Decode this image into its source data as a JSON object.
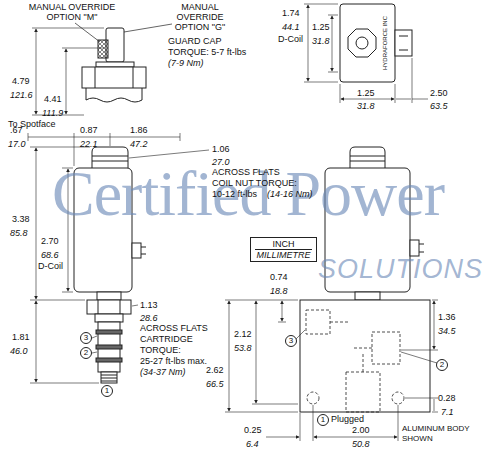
{
  "diagram": {
    "nodes": [
      {
        "text": [
          "INCH",
          "MILLIMETRE"
        ]
      }
    ],
    "labels": [
      "MANUAL OVERRIDE OPTION \"M\"",
      "MANUAL OVERRIDE OPTION \"G\"",
      "GUARD CAP",
      "TORQUE: 5-7 ft-lbs",
      "(7-9 Nm)",
      "4.79",
      "121.6",
      "4.41",
      "111.9",
      "To Spotface",
      "1.74",
      "44.1",
      "D-Coil",
      "1.25",
      "31.8",
      "HYDRAFORCE INC",
      "1.25",
      "31.8",
      "2.50",
      "63.5",
      ".67",
      "17.0",
      "0.87",
      "22.1",
      "1.86",
      "47.2",
      "1.06",
      "27.0",
      "ACROSS FLATS",
      "COIL NUT TORQUE:",
      "10-12 ft-lbs",
      "(14-16 Nm)",
      "3.38",
      "85.8",
      "2.70",
      "68.6",
      "D-Coil",
      "1.13",
      "28.6",
      "ACROSS FLATS",
      "CARTRIDGE",
      "TORQUE:",
      "25-27 ft-lbs max.",
      "(34-37 Nm)",
      "1.81",
      "46.0",
      "3",
      "2",
      "1",
      "0.74",
      "18.8",
      "3",
      "2.12",
      "53.8",
      "2.62",
      "66.5",
      "1.36",
      "34.5",
      "2",
      "0.28",
      "7.1",
      "1",
      "Plugged",
      "ALUMINUM BODY SHOWN",
      "0.25",
      "6.4",
      "2.00",
      "50.8",
      "Certified Power",
      "SOLUTIONS"
    ]
  }
}
